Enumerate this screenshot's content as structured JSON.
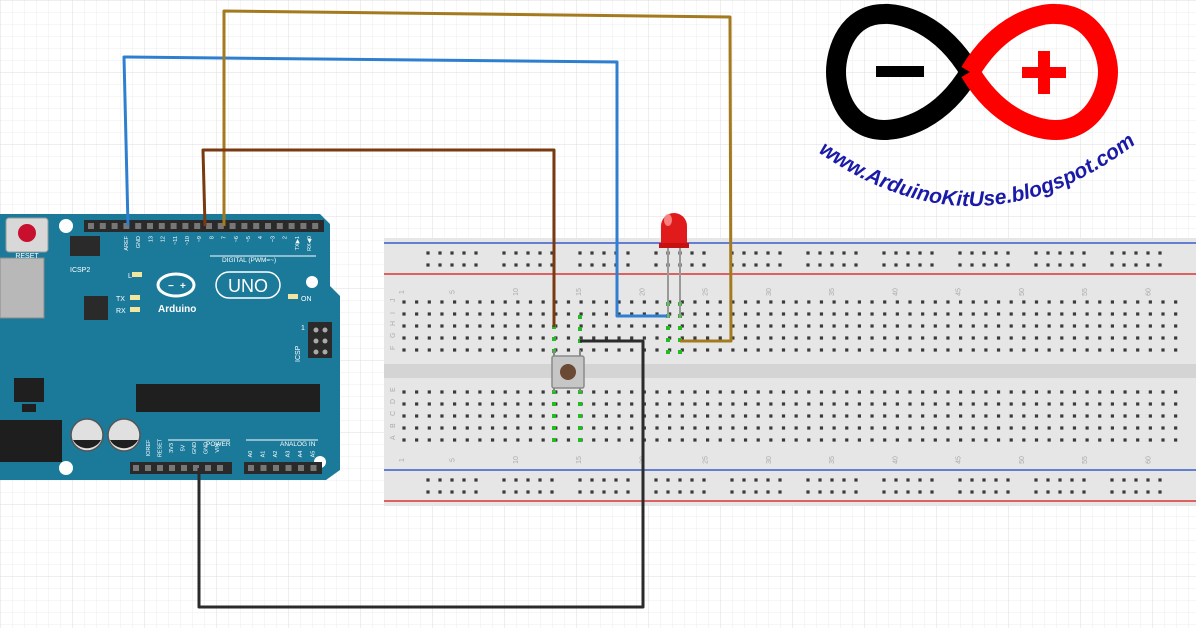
{
  "colors": {
    "board": "#1b7a9a",
    "wire_gnd": "#2f7fd1",
    "wire_pin7": "#a47a1f",
    "wire_pin8": "#7a3a10",
    "wire_5v": "#2b2b2b",
    "led": "#e11b1b",
    "logo_black": "#000000",
    "logo_red": "#ff0000",
    "url_text": "#1a1aa8",
    "breadboard": "#e6e6e6",
    "rail_red": "#d93636",
    "rail_blue": "#3a5cc9",
    "hole_highlight": "#22bb22"
  },
  "arduino": {
    "logo_uno": "UNO",
    "logo_brand": "Arduino",
    "reset_label": "RESET",
    "icsp2_label": "ICSP2",
    "icsp_label": "ICSP",
    "l_label": "L",
    "tx_label": "TX",
    "rx_label": "RX",
    "on_label": "ON",
    "digital_label": "DIGITAL (PWM=~)",
    "power_label": "POWER",
    "analog_label": "ANALOG IN",
    "pin_one": "1",
    "top_pins": [
      "AREF",
      "GND",
      "13",
      "12",
      "~11",
      "~10",
      "~9",
      "8",
      "7",
      "~6",
      "~5",
      "4",
      "~3",
      "2",
      "TX▶1",
      "RX◀0"
    ],
    "power_pins": [
      "IOREF",
      "RESET",
      "3V3",
      "5V",
      "GND",
      "GND",
      "VIN"
    ],
    "analog_pins": [
      "A0",
      "A1",
      "A2",
      "A3",
      "A4",
      "A5"
    ]
  },
  "breadboard": {
    "rows_top": [
      "J",
      "I",
      "H",
      "G",
      "F"
    ],
    "rows_bottom": [
      "E",
      "D",
      "C",
      "B",
      "A"
    ],
    "column_numbers": [
      "1",
      "5",
      "10",
      "15",
      "20",
      "25",
      "30",
      "35",
      "40",
      "45",
      "50",
      "55",
      "60"
    ]
  },
  "logo": {
    "minus": "−",
    "plus": "+",
    "url": "www.ArduinoKitUse.blogspot.com"
  }
}
